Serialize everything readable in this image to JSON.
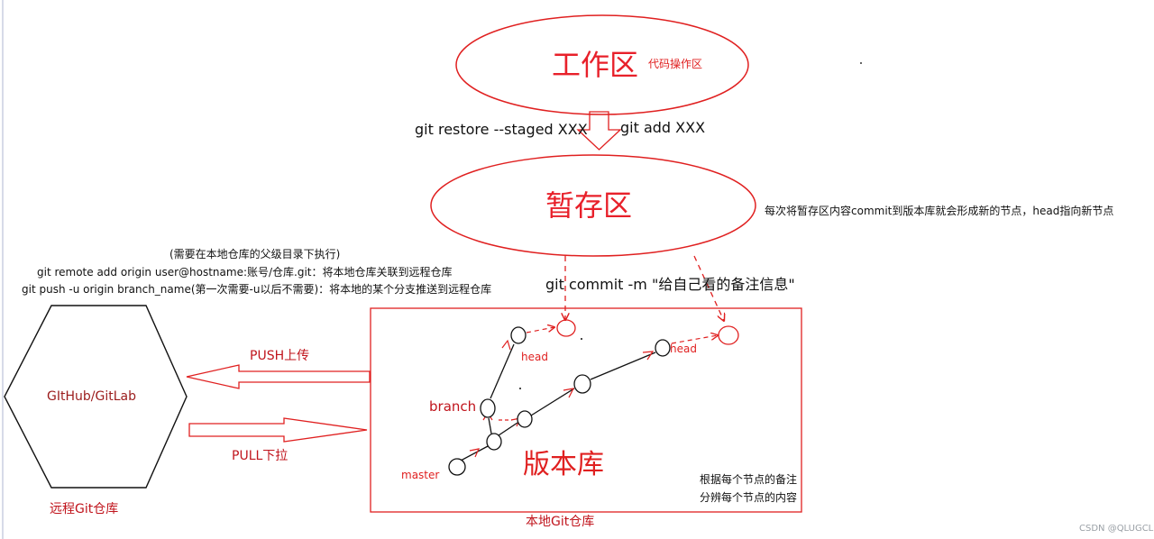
{
  "workspace": {
    "title": "工作区",
    "subtitle": "代码操作区"
  },
  "staging": {
    "title": "暂存区",
    "note": "每次将暂存区内容commit到版本库就会形成新的节点，head指向新节点"
  },
  "commands": {
    "restore": "git restore --staged XXX",
    "add": "git add XXX",
    "commit": "git commit -m \"给自己看的备注信息\""
  },
  "remote_instructions": {
    "line1": "(需要在本地仓库的父级目录下执行)",
    "line2": "git remote add origin user@hostname:账号/仓库.git：将本地仓库关联到远程仓库",
    "line3": "git push -u origin branch_name(第一次需要-u以后不需要)：将本地的某个分支推送到远程仓库"
  },
  "remote_repo": {
    "name": "GItHub/GitLab",
    "caption": "远程Git仓库"
  },
  "push_label": "PUSH上传",
  "pull_label": "PULL下拉",
  "local_repo": {
    "title": "版本库",
    "caption": "本地Git仓库",
    "note_line1": "根据每个节点的备注",
    "note_line2": "分辨每个节点的内容",
    "labels": {
      "master": "master",
      "branch": "branch",
      "head_branch": "head",
      "head_main": "head"
    }
  },
  "watermark": "CSDN @QLUGCL",
  "colors": {
    "red": "#e02020",
    "dark_red": "#9b1c1c",
    "text": "#111111"
  }
}
